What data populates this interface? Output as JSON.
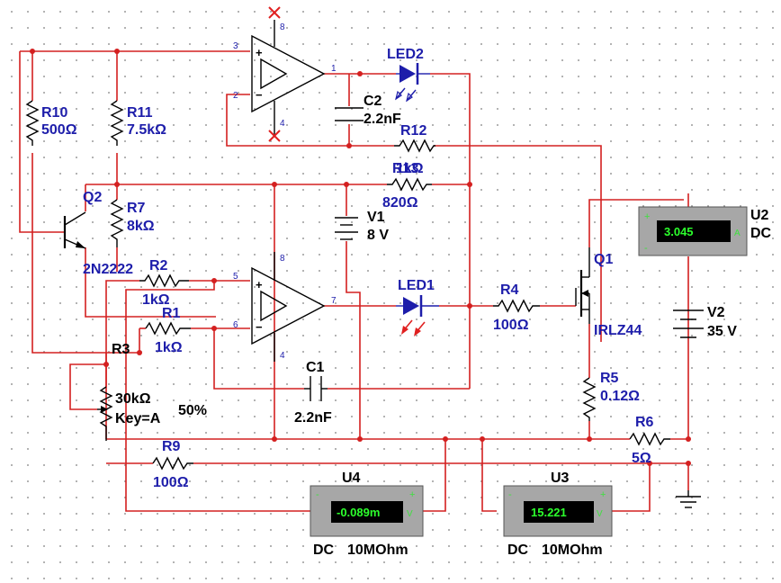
{
  "components": {
    "r10": {
      "name": "R10",
      "value": "500Ω"
    },
    "r11": {
      "name": "R11",
      "value": "7.5kΩ"
    },
    "r7": {
      "name": "R7",
      "value": "8kΩ"
    },
    "r2": {
      "name": "R2",
      "value": "1kΩ"
    },
    "r1": {
      "name": "R1",
      "value": "1kΩ"
    },
    "r3": {
      "name": "R3",
      "value": "30kΩ",
      "key": "Key=A",
      "setting": "50%"
    },
    "r9": {
      "name": "R9",
      "value": "100Ω"
    },
    "r12": {
      "name": "R12",
      "value": "1kΩ"
    },
    "r13": {
      "name": "R13",
      "value": "820Ω"
    },
    "r4": {
      "name": "R4",
      "value": "100Ω"
    },
    "r5": {
      "name": "R5",
      "value": "0.12Ω"
    },
    "r6": {
      "name": "R6",
      "value": "5Ω"
    },
    "c1": {
      "name": "C1",
      "value": "2.2nF"
    },
    "c2": {
      "name": "C2",
      "value": "2.2nF"
    },
    "v1": {
      "name": "V1",
      "value": "8 V"
    },
    "v2": {
      "name": "V2",
      "value": "35 V"
    },
    "q1": {
      "name": "Q1",
      "part": "IRLZ44"
    },
    "q2": {
      "name": "Q2",
      "part": "2N2222"
    },
    "led1": {
      "name": "LED1"
    },
    "led2": {
      "name": "LED2"
    }
  },
  "pins": {
    "u_top": {
      "p3": "3",
      "p2": "2",
      "p1": "1",
      "p8": "8",
      "p4": "4"
    },
    "u_bot": {
      "p5": "5",
      "p6": "6",
      "p7": "7",
      "p8": "8",
      "p4": "4"
    }
  },
  "meters": {
    "u2": {
      "name": "U2",
      "reading": "3.045",
      "unit": "A",
      "mode": "DC",
      "plus": "+",
      "minus": "-"
    },
    "u3": {
      "name": "U3",
      "reading": "15.221",
      "unit": "V",
      "mode": "DC",
      "resistance": "10MOhm",
      "plus": "+",
      "minus": "-"
    },
    "u4": {
      "name": "U4",
      "reading": "-0.089m",
      "unit": "V",
      "mode": "DC",
      "resistance": "10MOhm",
      "plus": "+",
      "minus": "-"
    }
  },
  "colors": {
    "wire": "#d42020",
    "label": "#1d1daa",
    "meter_body": "#a7a7a7",
    "meter_digits": "#2cff2c"
  }
}
